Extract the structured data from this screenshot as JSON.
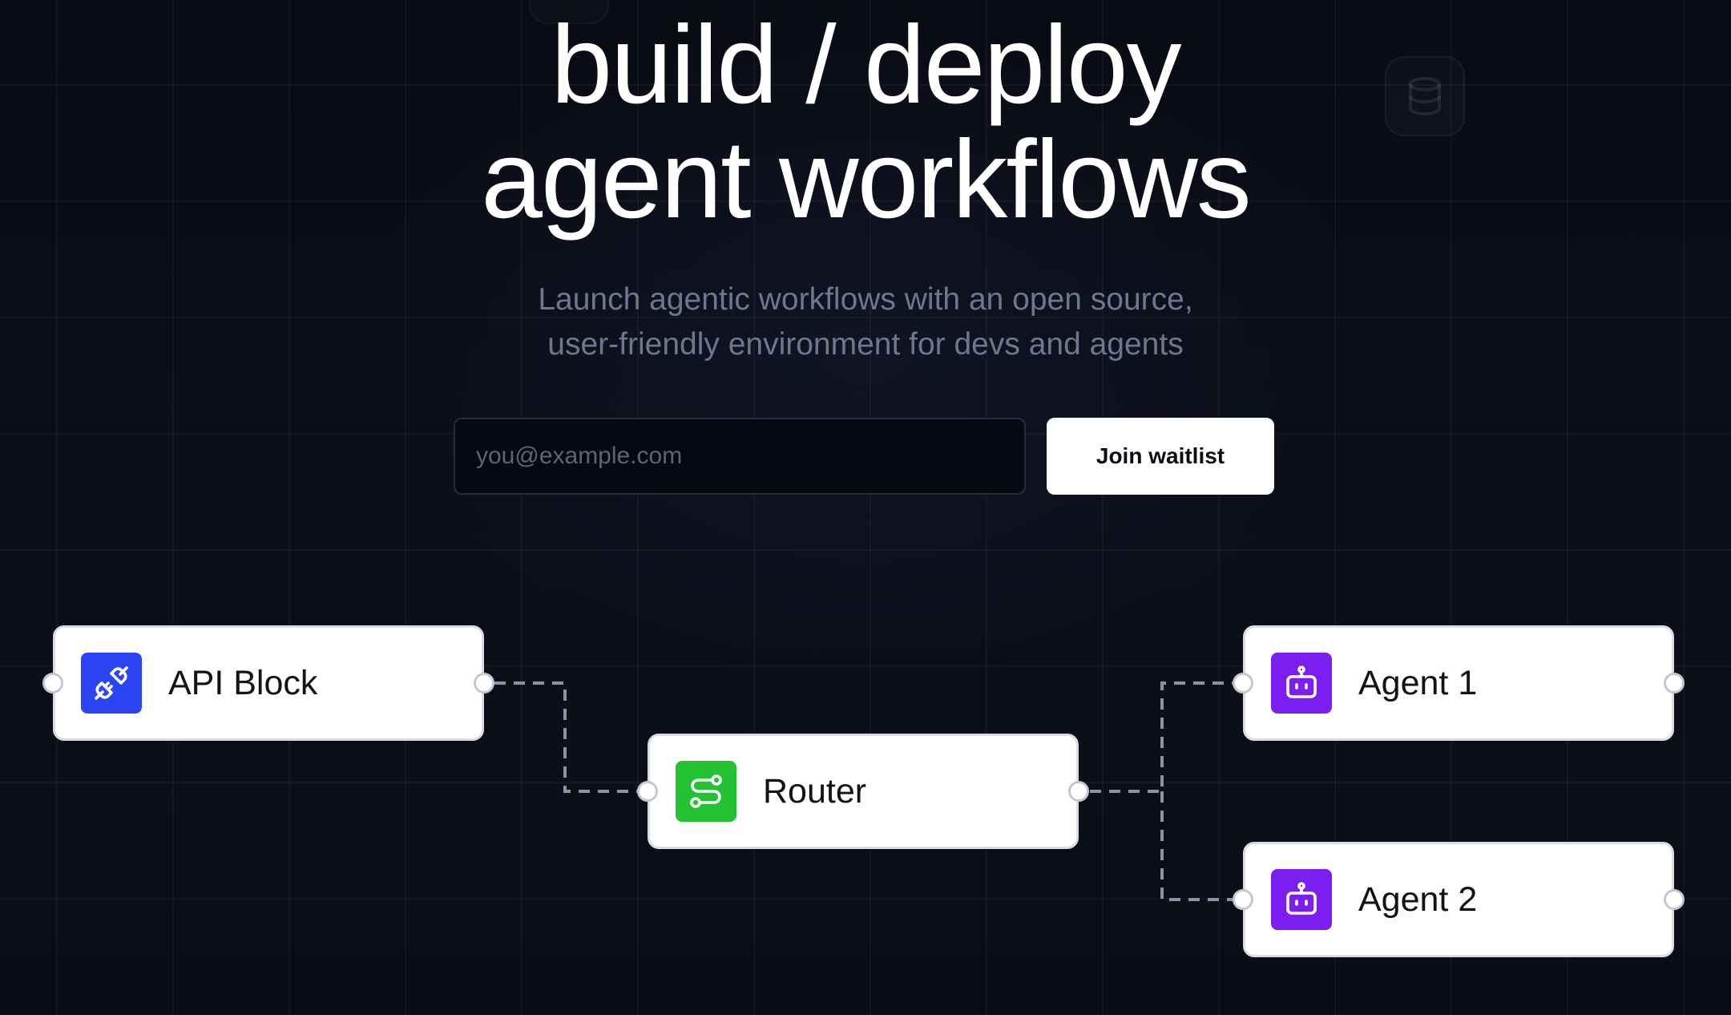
{
  "hero": {
    "title_line1": "build / deploy",
    "title_line2": "agent workflows",
    "subtitle_line1": "Launch agentic workflows with an open source,",
    "subtitle_line2": "user-friendly environment for devs and agents"
  },
  "waitlist": {
    "email_placeholder": "you@example.com",
    "email_value": "",
    "button_label": "Join waitlist"
  },
  "workflow": {
    "nodes": [
      {
        "id": "api",
        "label": "API Block",
        "icon": "plug-icon",
        "color": "#2b44f5"
      },
      {
        "id": "router",
        "label": "Router",
        "icon": "route-icon",
        "color": "#22c232"
      },
      {
        "id": "agent1",
        "label": "Agent 1",
        "icon": "robot-icon",
        "color": "#7a1ff0"
      },
      {
        "id": "agent2",
        "label": "Agent 2",
        "icon": "robot-icon",
        "color": "#7a1ff0"
      }
    ],
    "connections": [
      {
        "from": "api",
        "to": "router"
      },
      {
        "from": "router",
        "to": "agent1"
      },
      {
        "from": "router",
        "to": "agent2"
      }
    ]
  },
  "decorations": {
    "background_icon": "database-icon"
  },
  "colors": {
    "background": "#0b0d15",
    "heading": "#ffffff",
    "subtitle": "#6c7890",
    "connector": "#8a93a6"
  }
}
